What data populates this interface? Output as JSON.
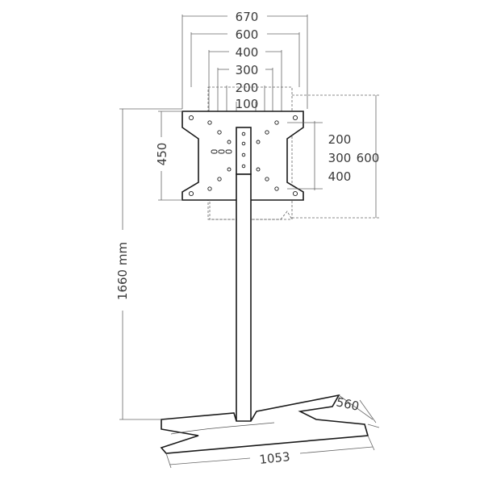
{
  "labels": {
    "w670": "670",
    "w600": "600",
    "w400": "400",
    "w300": "300",
    "w200": "200",
    "w100": "100",
    "h450": "450",
    "h200": "200",
    "h300": "300",
    "h400": "400",
    "h600": "600",
    "height": "1660 mm",
    "depth": "560",
    "base_width": "1053"
  }
}
